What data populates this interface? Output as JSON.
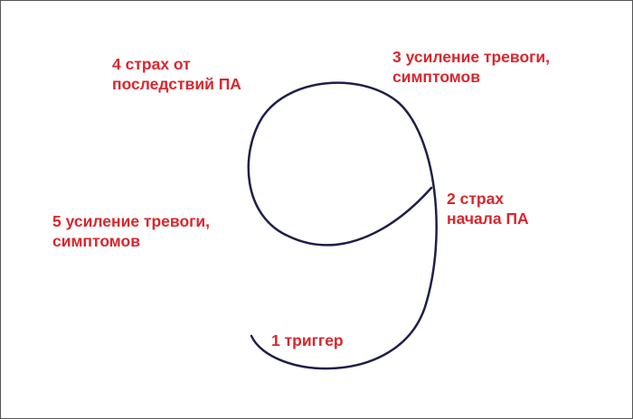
{
  "labels": {
    "step1": "1 триггер",
    "step2": "2 страх\nначала ПА",
    "step3": "3 усиление тревоги,\nсимптомов",
    "step4": "4 страх от\nпоследствий ПА",
    "step5": "5 усиление тревоги,\nсимптомов"
  },
  "colors": {
    "text": "#d9262d",
    "curve": "#1f1f4a"
  }
}
